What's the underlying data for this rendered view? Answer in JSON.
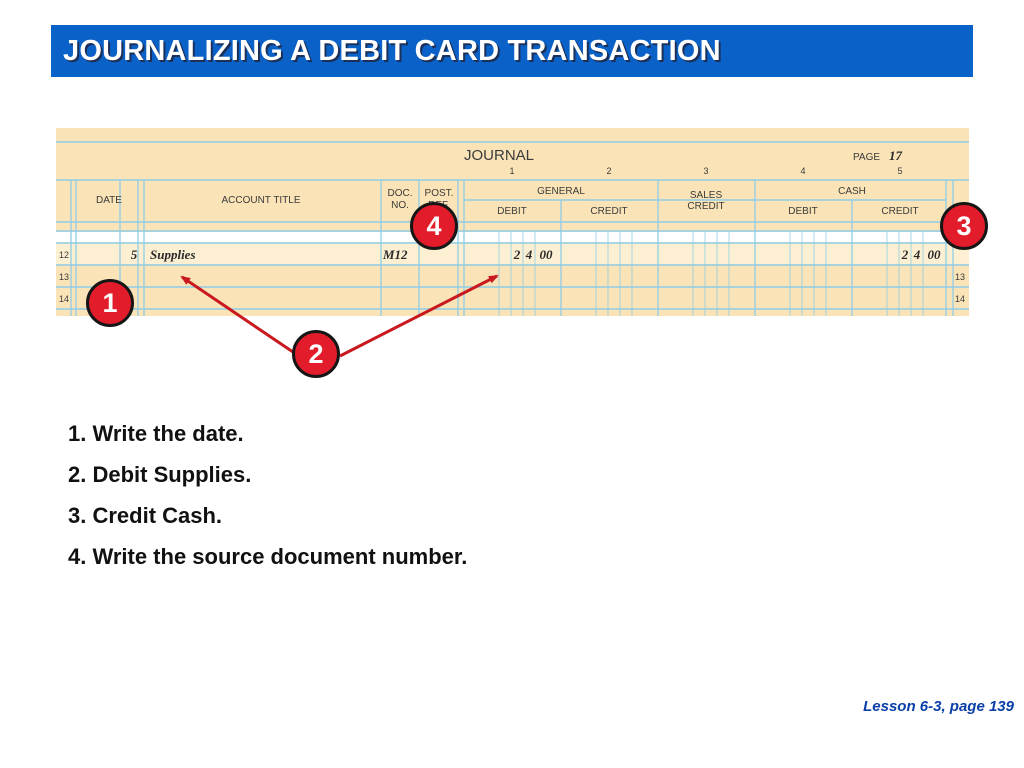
{
  "slide": {
    "title": "JOURNALIZING A DEBIT CARD TRANSACTION",
    "footer": "Lesson 6-3, page 139"
  },
  "journal": {
    "title": "JOURNAL",
    "page_label": "PAGE",
    "page_number": "17",
    "column_numbers": [
      "1",
      "2",
      "3",
      "4",
      "5"
    ],
    "headers": {
      "date": "DATE",
      "account_title": "ACCOUNT TITLE",
      "doc_no_line1": "DOC.",
      "doc_no_line2": "NO.",
      "post_ref_line1": "POST.",
      "post_ref_line2": "REF.",
      "general": "GENERAL",
      "general_debit": "DEBIT",
      "general_credit": "CREDIT",
      "sales_credit_line1": "SALES",
      "sales_credit_line2": "CREDIT",
      "cash": "CASH",
      "cash_debit": "DEBIT",
      "cash_credit": "CREDIT"
    },
    "rows": [
      {
        "number": "12",
        "date": "5",
        "account_title": "Supplies",
        "doc_no": "M12",
        "general_debit": [
          "2",
          "4",
          "00"
        ],
        "cash_credit": [
          "2",
          "4",
          "00"
        ]
      },
      {
        "number": "13"
      },
      {
        "number": "14"
      }
    ]
  },
  "callouts": [
    {
      "label": "1"
    },
    {
      "label": "2"
    },
    {
      "label": "3"
    },
    {
      "label": "4"
    }
  ],
  "colors": {
    "title_bar": "#0a62c8",
    "journal_bg": "#fae3b6",
    "rule": "#8ecde6",
    "badge": "#e21c2a",
    "arrow": "#c9191f",
    "footer_text": "#0a3fa8"
  },
  "steps": [
    "1. Write the date.",
    "2. Debit Supplies.",
    "3. Credit Cash.",
    "4. Write the source document number."
  ]
}
